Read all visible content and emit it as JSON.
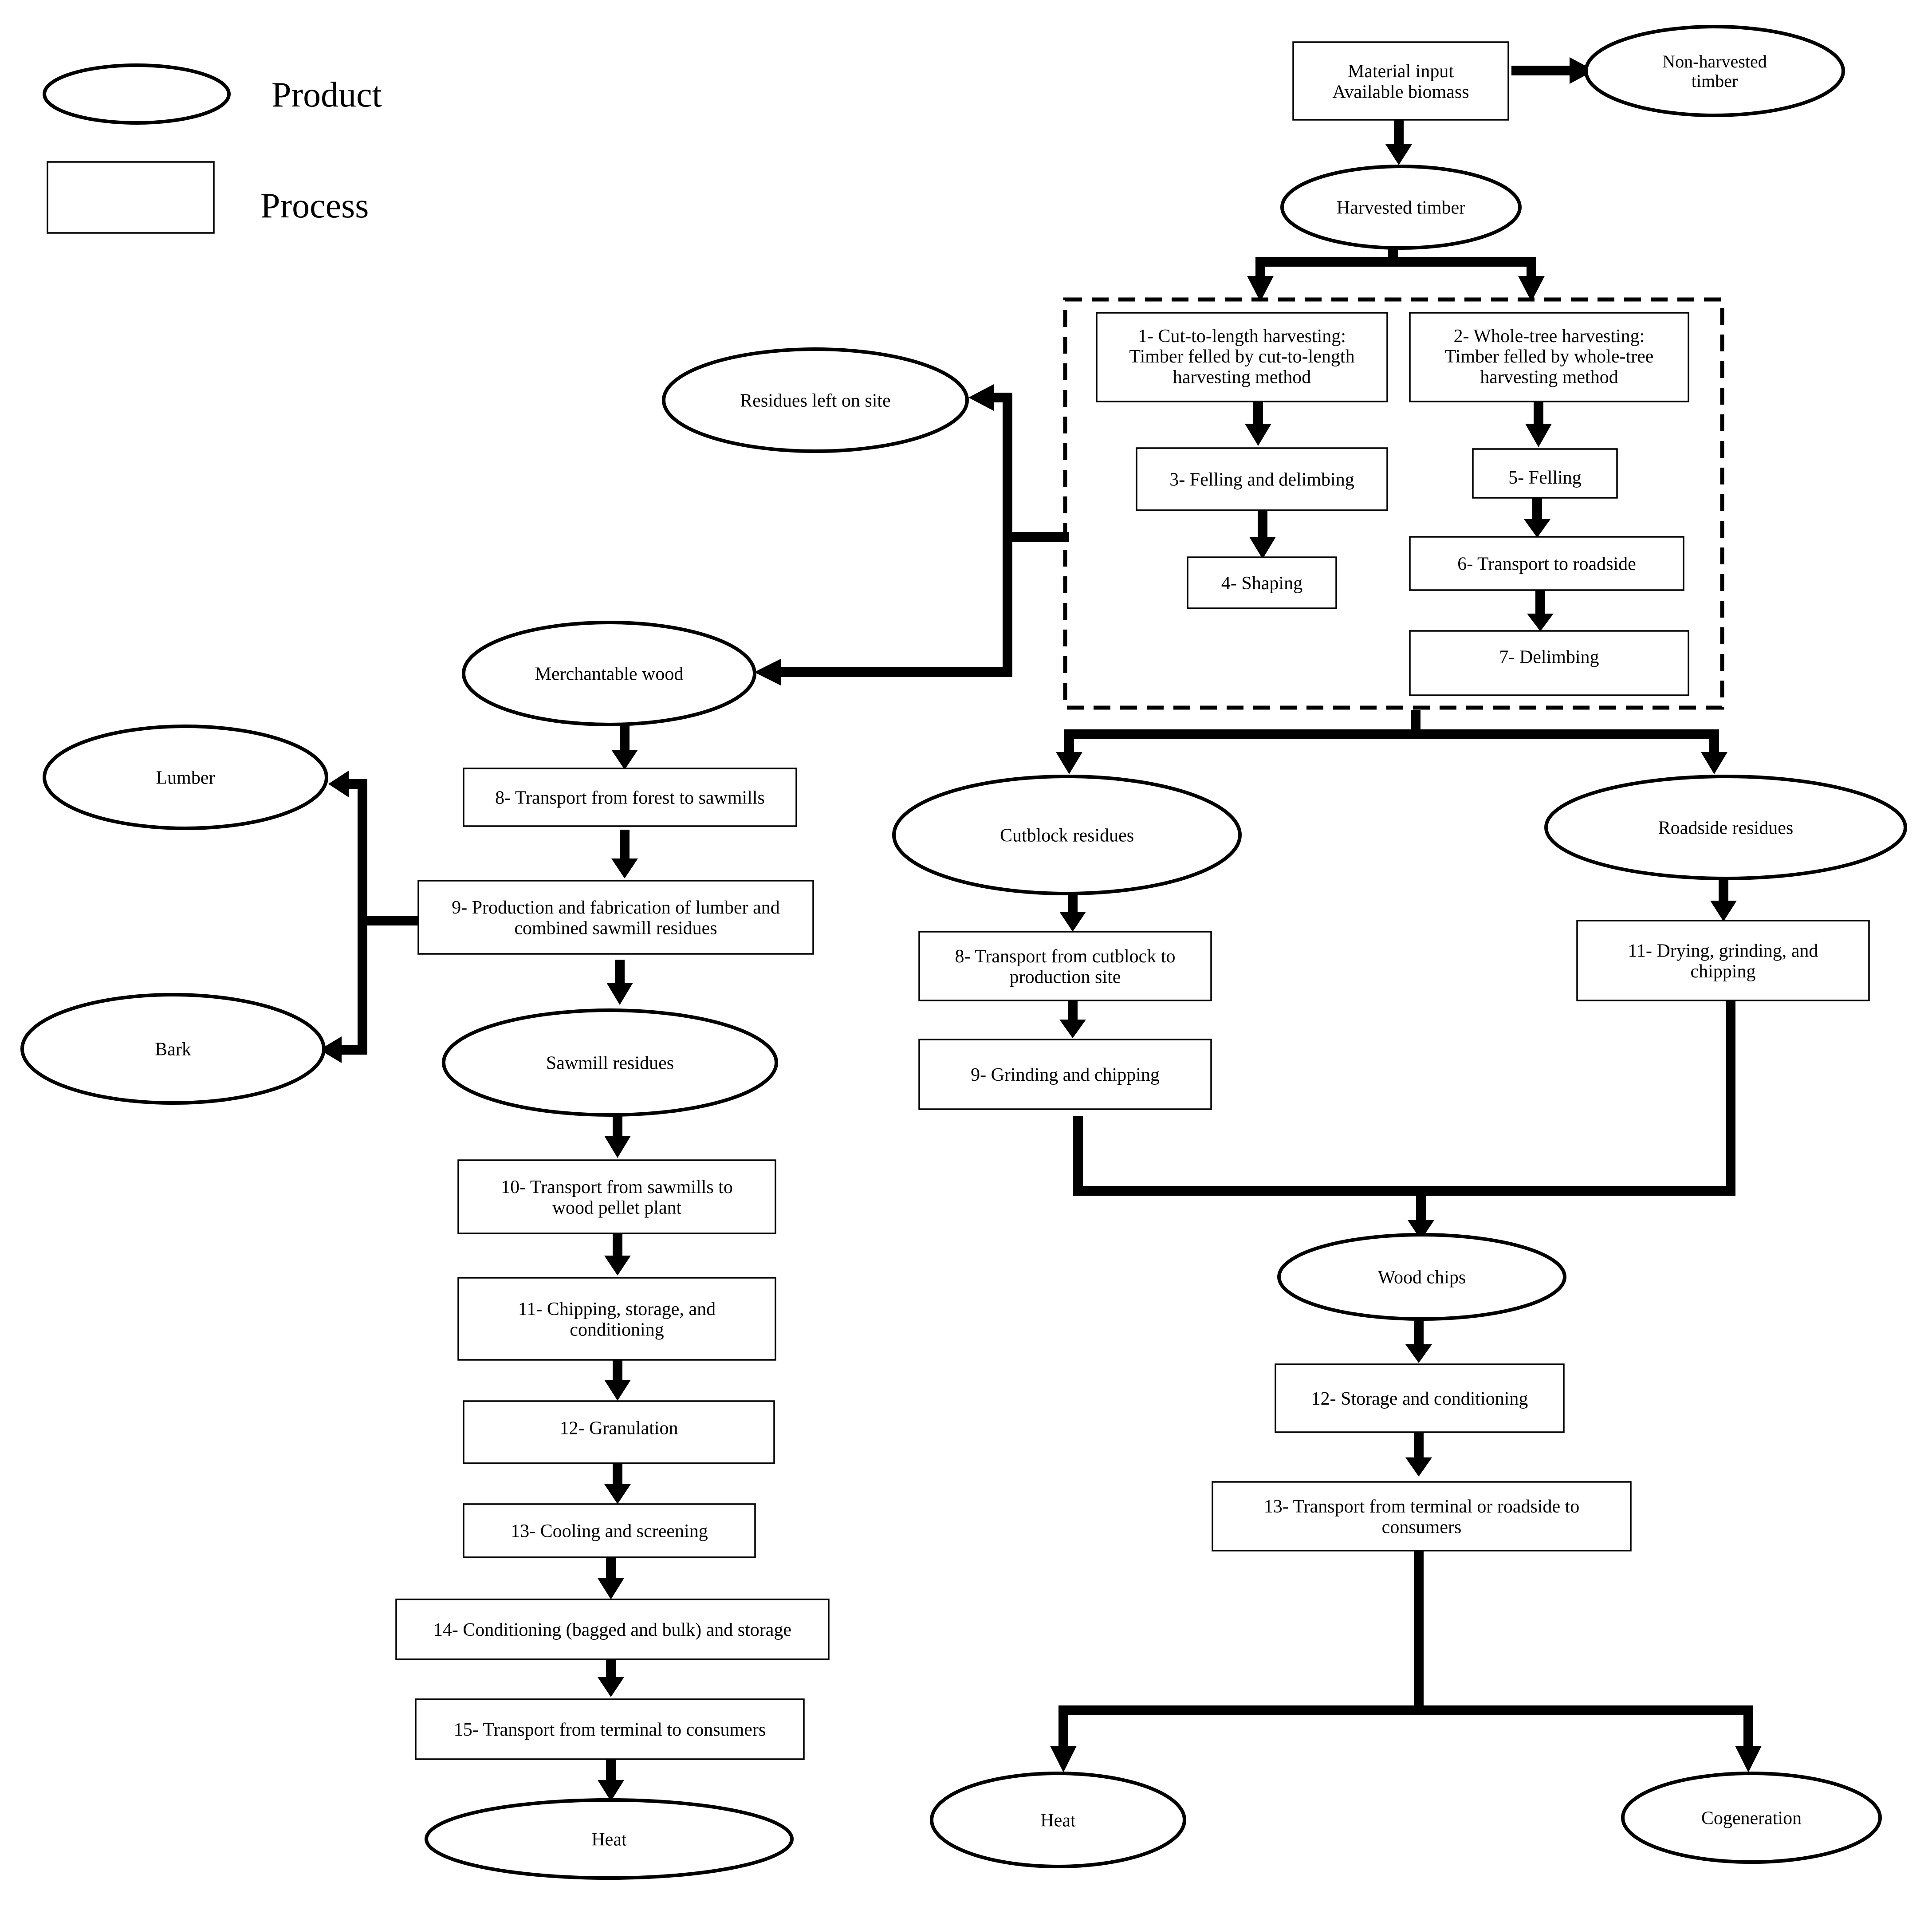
{
  "legend": {
    "product_label": "Product",
    "process_label": "Process"
  },
  "nodes": {
    "material_input": {
      "lines": [
        "Material input",
        "Available biomass"
      ],
      "kind": "process"
    },
    "non_harvested": {
      "lines": [
        "Non-harvested",
        "timber"
      ],
      "kind": "product"
    },
    "harvested_timber": {
      "lines": [
        "Harvested timber"
      ],
      "kind": "product"
    },
    "p1_cut_to_length": {
      "lines": [
        "1- Cut-to-length harvesting:",
        "Timber felled by cut-to-length",
        "harvesting method"
      ],
      "kind": "process"
    },
    "p2_whole_tree": {
      "lines": [
        "2- Whole-tree harvesting:",
        "Timber felled by whole-tree",
        "harvesting method"
      ],
      "kind": "process"
    },
    "p3_felling_delimbing": {
      "lines": [
        "3- Felling and delimbing"
      ],
      "kind": "process"
    },
    "p4_shaping": {
      "lines": [
        "4- Shaping"
      ],
      "kind": "process"
    },
    "p5_felling": {
      "lines": [
        "5- Felling"
      ],
      "kind": "process"
    },
    "p6_transport_roadside": {
      "lines": [
        "6- Transport to roadside"
      ],
      "kind": "process"
    },
    "p7_delimbing": {
      "lines": [
        "7- Delimbing"
      ],
      "kind": "process"
    },
    "residues_left": {
      "lines": [
        "Residues left on site"
      ],
      "kind": "product"
    },
    "merchantable_wood": {
      "lines": [
        "Merchantable wood"
      ],
      "kind": "product"
    },
    "lumber": {
      "lines": [
        "Lumber"
      ],
      "kind": "product"
    },
    "bark": {
      "lines": [
        "Bark"
      ],
      "kind": "product"
    },
    "l8_transport_sawmills": {
      "lines": [
        "8- Transport from forest to sawmills"
      ],
      "kind": "process"
    },
    "l9_production": {
      "lines": [
        "9- Production and fabrication of  lumber and",
        "combined sawmill residues"
      ],
      "kind": "process"
    },
    "sawmill_residues": {
      "lines": [
        "Sawmill residues"
      ],
      "kind": "product"
    },
    "l10_transport_pellet": {
      "lines": [
        "10- Transport from sawmills to",
        "wood pellet plant"
      ],
      "kind": "process"
    },
    "l11_chipping": {
      "lines": [
        "11- Chipping, storage, and",
        "conditioning"
      ],
      "kind": "process"
    },
    "l12_granulation": {
      "lines": [
        "12- Granulation"
      ],
      "kind": "process"
    },
    "l13_cooling": {
      "lines": [
        "13- Cooling and screening"
      ],
      "kind": "process"
    },
    "l14_conditioning": {
      "lines": [
        "14- Conditioning (bagged and bulk) and storage"
      ],
      "kind": "process"
    },
    "l15_transport": {
      "lines": [
        "15- Transport from terminal to consumers"
      ],
      "kind": "process"
    },
    "heat_left": {
      "lines": [
        "Heat"
      ],
      "kind": "product"
    },
    "cutblock_residues": {
      "lines": [
        "Cutblock residues"
      ],
      "kind": "product"
    },
    "roadside_residues": {
      "lines": [
        "Roadside residues"
      ],
      "kind": "product"
    },
    "c8_transport_cutblock": {
      "lines": [
        "8- Transport from cutblock  to",
        "production site"
      ],
      "kind": "process"
    },
    "c9_grinding": {
      "lines": [
        "9- Grinding and chipping"
      ],
      "kind": "process"
    },
    "r11_drying": {
      "lines": [
        "11- Drying, grinding, and",
        "chipping"
      ],
      "kind": "process"
    },
    "wood_chips": {
      "lines": [
        "Wood chips"
      ],
      "kind": "product"
    },
    "w12_storage": {
      "lines": [
        "12- Storage and conditioning"
      ],
      "kind": "process"
    },
    "w13_transport": {
      "lines": [
        "13- Transport from terminal or roadside to",
        "consumers"
      ],
      "kind": "process"
    },
    "heat_right": {
      "lines": [
        "Heat"
      ],
      "kind": "product"
    },
    "cogeneration": {
      "lines": [
        "Cogeneration"
      ],
      "kind": "product"
    }
  }
}
